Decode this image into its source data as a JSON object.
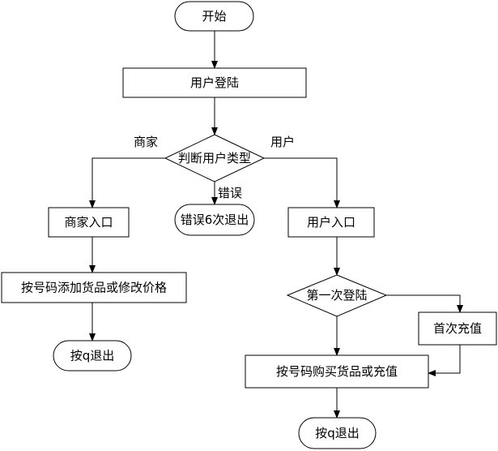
{
  "nodes": {
    "start": "开始",
    "login": "用户登陆",
    "judge": "判断用户类型",
    "merchant_entry": "商家入口",
    "error_exit": "错误6次退出",
    "user_entry": "用户入口",
    "merchant_action": "按号码添加货品或修改价格",
    "merchant_quit": "按q退出",
    "first_login": "第一次登陆",
    "first_recharge": "首次充值",
    "user_action": "按号码购买货品或充值",
    "user_quit": "按q退出"
  },
  "edges": {
    "merchant": "商家",
    "user": "用户",
    "error": "错误"
  }
}
